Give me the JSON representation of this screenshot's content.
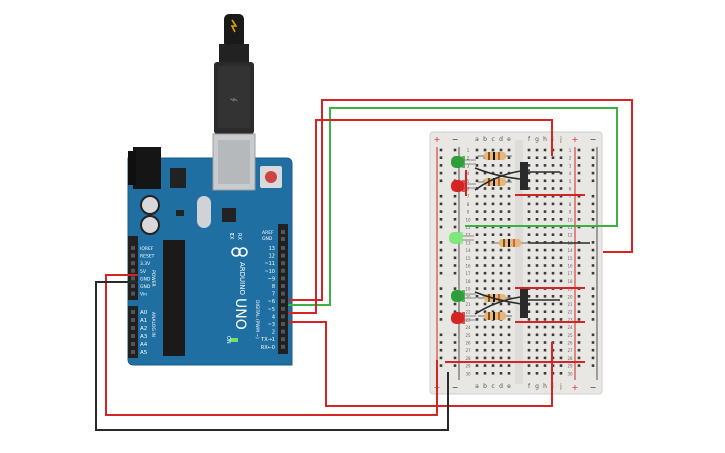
{
  "board": {
    "brand": "ARDUINO",
    "model": "UNO",
    "aref": "AREF",
    "gnd": "GND",
    "digital_pins": [
      "13",
      "12",
      "~11",
      "~10",
      "~9",
      "8",
      "7",
      "~6",
      "~5",
      "4",
      "~3",
      "2",
      "TX→1",
      "RX←0"
    ],
    "digital_label": "DIGITAL (PWM ~)",
    "power_pins": [
      "IOREF",
      "RESET",
      "3.3V",
      "5V",
      "GND",
      "GND",
      "Vin"
    ],
    "power_label": "POWER",
    "analog_pins": [
      "A0",
      "A1",
      "A2",
      "A3",
      "A4",
      "A5"
    ],
    "analog_label": "ANALOG IN",
    "tx": "TX",
    "rx": "RX",
    "on_label": "ON",
    "l_label": "L"
  },
  "breadboard": {
    "plus": "+",
    "minus": "−",
    "cols_left": [
      "a",
      "b",
      "c",
      "d",
      "e"
    ],
    "cols_right": [
      "f",
      "g",
      "h",
      "i",
      "j"
    ],
    "rows": [
      "1",
      "2",
      "3",
      "4",
      "5",
      "6",
      "7",
      "8",
      "9",
      "10",
      "11",
      "12",
      "13",
      "14",
      "15",
      "16",
      "17",
      "18",
      "19",
      "20",
      "21",
      "22",
      "23",
      "24",
      "25",
      "26",
      "27",
      "28",
      "29",
      "30"
    ]
  },
  "components": {
    "leds": [
      {
        "name": "led-green-1",
        "color": "#2e9e3a"
      },
      {
        "name": "led-red-1",
        "color": "#d42424"
      },
      {
        "name": "led-green-pedestrian",
        "color": "#7fe87a"
      },
      {
        "name": "led-green-2",
        "color": "#2e9e3a"
      },
      {
        "name": "led-red-2",
        "color": "#d42424"
      }
    ]
  },
  "colors": {
    "board_blue": "#1f6fa3",
    "wire_red": "#d42424",
    "wire_green": "#3cb043",
    "wire_black": "#2a2a2a",
    "breadboard": "#e9e7e4"
  }
}
